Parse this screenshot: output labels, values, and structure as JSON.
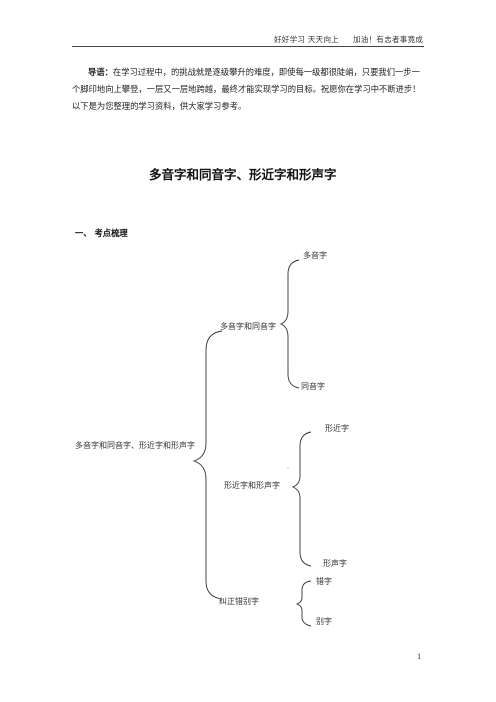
{
  "header": {
    "left_text": "好好学习 天天向上",
    "right_text": "加油！有志者事竟成"
  },
  "intro": {
    "label": "导语：",
    "text": "在学习过程中，的挑战就是逐级攀升的难度，即使每一级都很陡峭，只要我们一步一个脚印地向上攀登，一层又一层地跨越，最终才能实现学习的目标。祝愿你在学习中不断进步！以下是为您整理的学习资料，供大家学习参考。"
  },
  "title": "多音字和同音字、形近字和形声字",
  "section_heading": "一、 考点梳理",
  "tree": {
    "root": "多音字和同音字、形近字和形声字",
    "branch1": {
      "label": "多音字和同音字",
      "leaves": [
        "多音字",
        "同音字"
      ]
    },
    "branch2": {
      "label": "形近字和形声字",
      "leaves": [
        "形近字",
        "形声字"
      ]
    },
    "branch3": {
      "label": "纠正错别字",
      "leaves": [
        "错字",
        "别字"
      ]
    }
  },
  "page_number": "1"
}
